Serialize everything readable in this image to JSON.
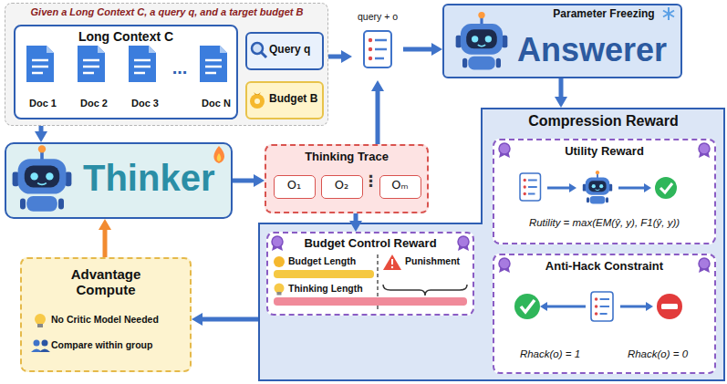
{
  "diagram": {
    "nodes": [
      {
        "text": [
          "Given a Long Context C, a query q, and a target budget B"
        ]
      },
      {
        "text": [
          "Long Context C"
        ],
        "in": 0
      },
      {
        "text": [
          "Doc 1"
        ],
        "in": 1
      },
      {
        "text": [
          "Doc 2"
        ],
        "in": 1
      },
      {
        "text": [
          "Doc 3"
        ],
        "in": 1
      },
      {
        "text": [
          "Doc N"
        ],
        "in": 1
      },
      {
        "text": [
          "Query q"
        ],
        "in": 0
      },
      {
        "text": [
          "Budget B"
        ],
        "in": 0
      },
      {
        "text": [
          "query + o"
        ]
      },
      {
        "text": [
          "Parameter Freezing",
          "Answerer"
        ]
      },
      {
        "text": [
          "Thinker"
        ]
      },
      {
        "text": [
          "Thinking Trace"
        ]
      },
      {
        "text": [
          "O₁"
        ],
        "in": 11
      },
      {
        "text": [
          "O₂"
        ],
        "in": 11
      },
      {
        "text": [
          "Oₘ"
        ],
        "in": 11
      },
      {
        "text": [
          "Compression Reward"
        ]
      },
      {
        "text": [
          "Utility Reward",
          "Rutility = max(EM(ŷ, y), F1(ŷ, y))"
        ],
        "in": 15
      },
      {
        "text": [
          "Anti-Hack Constraint",
          "Rhack(o) = 1",
          "Rhack(o) = 0"
        ],
        "in": 15
      },
      {
        "text": [
          "Budget Control Reward",
          "Budget Length",
          "Punishment",
          "Thinking Length"
        ],
        "in": 15
      },
      {
        "text": [
          "Advantage Compute",
          "No Critic Model Needed",
          "Compare within group"
        ]
      }
    ],
    "edges": [
      {
        "from": 0,
        "to": 10,
        "arrow": "to"
      },
      {
        "from": 0,
        "to": 8,
        "arrow": "to"
      },
      {
        "from": 10,
        "to": 11,
        "arrow": "to"
      },
      {
        "from": 11,
        "to": 8,
        "arrow": "to"
      },
      {
        "from": 8,
        "to": 9,
        "arrow": "to"
      },
      {
        "from": 9,
        "to": 15,
        "arrow": "to"
      },
      {
        "from": 11,
        "to": 18,
        "arrow": "to"
      },
      {
        "from": 15,
        "to": 19,
        "arrow": "to"
      },
      {
        "from": 19,
        "to": 10,
        "arrow": "to"
      }
    ],
    "labels": [
      "...",
      "⋮"
    ]
  }
}
